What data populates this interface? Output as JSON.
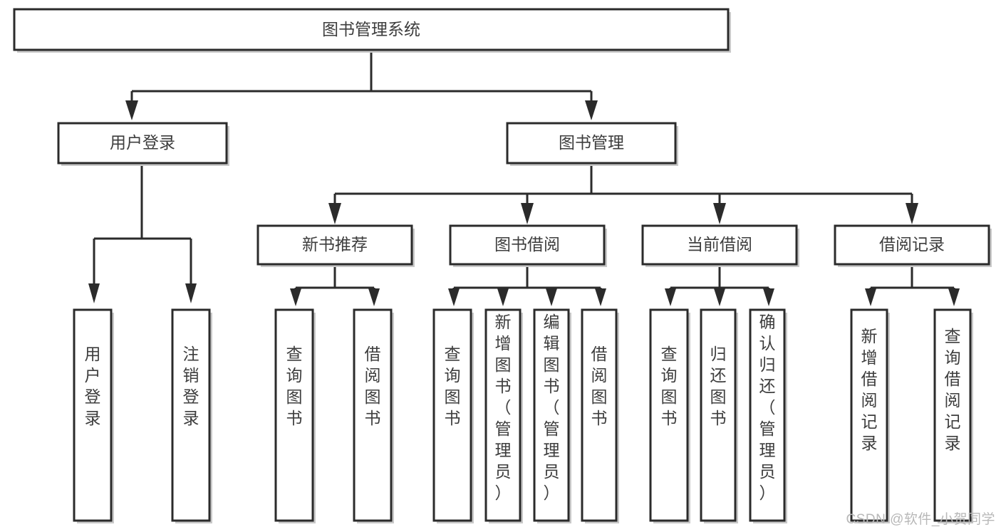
{
  "diagram": {
    "type": "tree-hierarchy",
    "title": "图书管理系统",
    "orientation": "top-down",
    "colors": {
      "background": "#ffffff",
      "box_fill": "#ffffff",
      "box_stroke": "#2b2b2b",
      "connector": "#2b2b2b",
      "text": "#3d3d3d",
      "watermark": "#b8b8b8"
    },
    "nodes": {
      "root": {
        "id": "root",
        "label": "图书管理系统",
        "level": 0,
        "orientation": "horizontal"
      },
      "level1": [
        {
          "id": "user-login",
          "label": "用户登录",
          "level": 1,
          "orientation": "horizontal"
        },
        {
          "id": "book-management",
          "label": "图书管理",
          "level": 1,
          "orientation": "horizontal"
        }
      ],
      "level2": [
        {
          "id": "new-book-recommend",
          "label": "新书推荐",
          "level": 2,
          "orientation": "horizontal",
          "parent": "book-management"
        },
        {
          "id": "book-borrow",
          "label": "图书借阅",
          "level": 2,
          "orientation": "horizontal",
          "parent": "book-management"
        },
        {
          "id": "current-borrow",
          "label": "当前借阅",
          "level": 2,
          "orientation": "horizontal",
          "parent": "book-management"
        },
        {
          "id": "borrow-record",
          "label": "借阅记录",
          "level": 2,
          "orientation": "horizontal",
          "parent": "book-management"
        }
      ],
      "leaves": [
        {
          "id": "leaf-user-login",
          "label": "用户登录",
          "parent": "user-login",
          "orientation": "vertical"
        },
        {
          "id": "leaf-user-logout",
          "label": "注销登录",
          "parent": "user-login",
          "orientation": "vertical"
        },
        {
          "id": "leaf-query-book-1",
          "label": "查询图书",
          "parent": "new-book-recommend",
          "orientation": "vertical"
        },
        {
          "id": "leaf-borrow-book-1",
          "label": "借阅图书",
          "parent": "new-book-recommend",
          "orientation": "vertical"
        },
        {
          "id": "leaf-query-book-2",
          "label": "查询图书",
          "parent": "book-borrow",
          "orientation": "vertical"
        },
        {
          "id": "leaf-add-book",
          "label": "新增图书（管理员）",
          "parent": "book-borrow",
          "orientation": "vertical"
        },
        {
          "id": "leaf-edit-book",
          "label": "编辑图书（管理员）",
          "parent": "book-borrow",
          "orientation": "vertical"
        },
        {
          "id": "leaf-borrow-book-2",
          "label": "借阅图书",
          "parent": "book-borrow",
          "orientation": "vertical"
        },
        {
          "id": "leaf-query-book-3",
          "label": "查询图书",
          "parent": "current-borrow",
          "orientation": "vertical"
        },
        {
          "id": "leaf-return-book",
          "label": "归还图书",
          "parent": "current-borrow",
          "orientation": "vertical"
        },
        {
          "id": "leaf-confirm-return",
          "label": "确认归还（管理员）",
          "parent": "current-borrow",
          "orientation": "vertical"
        },
        {
          "id": "leaf-add-record",
          "label": "新增借阅记录",
          "parent": "borrow-record",
          "orientation": "vertical"
        },
        {
          "id": "leaf-query-record",
          "label": "查询借阅记录",
          "parent": "borrow-record",
          "orientation": "vertical"
        }
      ]
    },
    "watermark": "CSDN @软件_小贺同学"
  }
}
